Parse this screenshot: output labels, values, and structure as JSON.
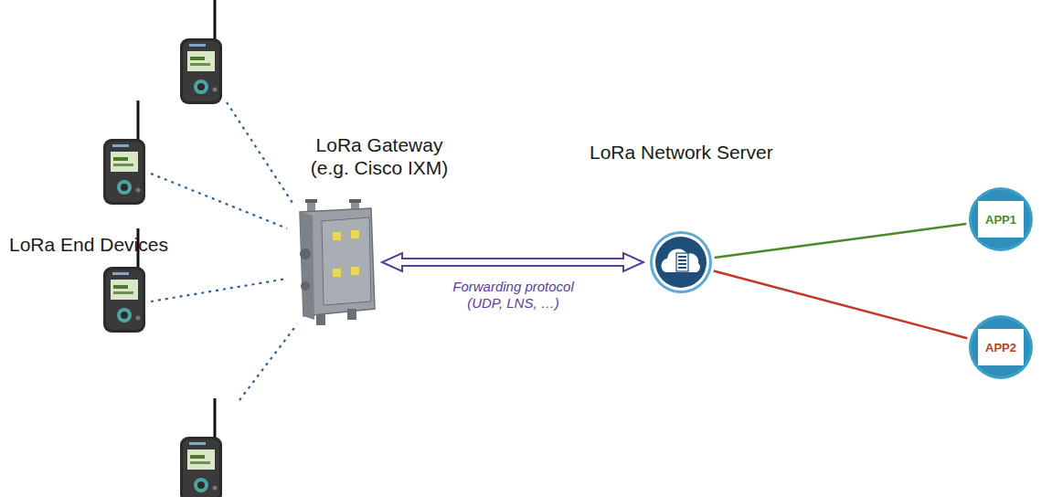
{
  "diagram": {
    "nodes": [
      {
        "text": [
          "LoRa Gateway (e.g. Cisco IXM)"
        ]
      },
      {
        "text": [
          "LoRa Network Server"
        ]
      },
      {
        "text": [
          "APP1"
        ]
      },
      {
        "text": [
          "APP2"
        ]
      }
    ],
    "edges": [
      {
        "from": 0,
        "to": 1,
        "arrow": "both",
        "label": "Forwarding protocol (UDP, LNS, …)"
      },
      {
        "from": 1,
        "to": 2,
        "arrow": "none"
      },
      {
        "from": 1,
        "to": 3,
        "arrow": "none"
      }
    ],
    "labels": [
      "LoRa End Devices"
    ]
  }
}
